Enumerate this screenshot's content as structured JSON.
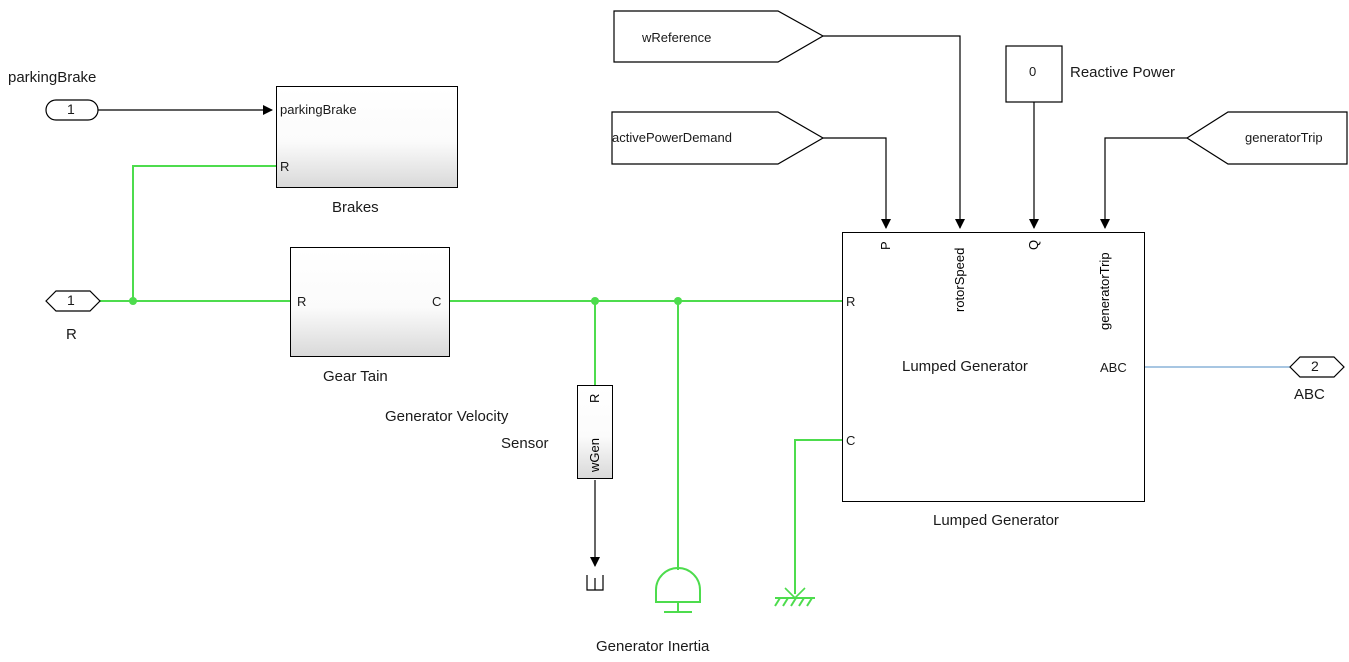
{
  "inports": [
    {
      "number": "1",
      "label": "parkingBrake"
    },
    {
      "number": "1",
      "label": "R"
    }
  ],
  "outports": [
    {
      "number": "2",
      "label": "ABC"
    }
  ],
  "from_tags": {
    "wReference": "wReference",
    "activePowerDemand": "activePowerDemand",
    "generatorTrip": "generatorTrip"
  },
  "constant": {
    "value": "0",
    "label": "Reactive Power"
  },
  "blocks": {
    "brakes": {
      "name": "Brakes",
      "ports": {
        "in": "parkingBrake",
        "r": "R"
      }
    },
    "gear": {
      "name": "Gear Tain",
      "ports": {
        "r": "R",
        "c": "C"
      }
    },
    "sensor": {
      "name_line1": "Generator Velocity",
      "name_line2": "Sensor",
      "ports": {
        "r": "R",
        "out": "wGen"
      }
    },
    "generator": {
      "name": "Lumped Generator",
      "inner_title": "Lumped Generator",
      "ports": {
        "p": "P",
        "rotor": "rotorSpeed",
        "q": "Q",
        "trip": "generatorTrip",
        "r": "R",
        "c": "C",
        "abc": "ABC"
      }
    },
    "inertia": {
      "name": "Generator Inertia"
    }
  },
  "colors": {
    "mechanical": "#4ddc4d",
    "electrical": "#8ab4d8",
    "signal": "#000000"
  }
}
